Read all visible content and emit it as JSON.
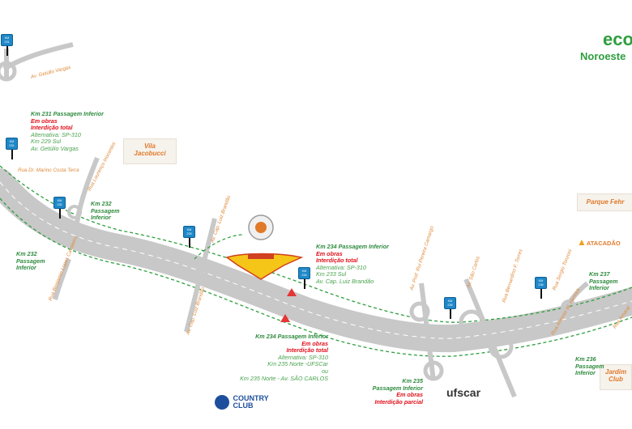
{
  "logo": {
    "line1": "eco",
    "line2": "Noroeste"
  },
  "places": {
    "vila": [
      "Vila",
      "Jacobucci"
    ],
    "parque": "Parque Fehr",
    "jardim": [
      "Jardim",
      "Club"
    ],
    "atacadao": "ATACADÃO",
    "country": [
      "COUNTRY",
      "CLUB"
    ],
    "ufscar": "ufscar"
  },
  "km_markers": [
    {
      "label": [
        "KM",
        "231"
      ]
    },
    {
      "label": [
        "KM",
        "231"
      ]
    },
    {
      "label": [
        "KM",
        "232"
      ]
    },
    {
      "label": [
        "KM",
        "233"
      ]
    },
    {
      "label": [
        "KM",
        "234"
      ]
    },
    {
      "label": [
        "KM",
        "235"
      ]
    },
    {
      "label": [
        "KM",
        "236"
      ]
    }
  ],
  "notes": {
    "km231": {
      "title": "Km 231 Passagem Inferior",
      "status1": "Em obras",
      "status2": "Interdição total",
      "alt1": "Alternativa: SP-310",
      "alt2": "Km 229 Sul",
      "alt3": "Av. Getúlio Vargas"
    },
    "km232a": [
      "Km 232",
      "Passagem",
      "Inferior"
    ],
    "km232b": [
      "Km 232",
      "Passagem",
      "Inferior"
    ],
    "km234a": {
      "title": "Km 234 Passagem Inferior",
      "status1": "Em obras",
      "status2": "Interdição total",
      "alt1": "Alternativa: SP-310",
      "alt2": "Km 233 Sul",
      "alt3": "Av. Cap. Luiz Brandão"
    },
    "km234b": {
      "title": "Km 234 Passagem Inferior",
      "status1": "Em obras",
      "status2": "Interdição total",
      "alt1": "Alternativa: SP-310",
      "alt2": "Km 235 Norte -UFSCar",
      "alt3": "ou",
      "alt4": "Km 235 Norte - Av. SÃO CARLOS"
    },
    "km235": {
      "l1": "Km 235",
      "l2": "Passagem Inferior",
      "l3": "Em obras",
      "l4": "Interdição parcial"
    },
    "km236": [
      "Km 236",
      "Passagem",
      "Inferior"
    ],
    "km237": [
      "Km 237",
      "Passagem",
      "Inferior"
    ]
  },
  "streets": {
    "getulio": "Av. Getúlio Vargas",
    "marino": "Rua Dr. Marino Costa Terra",
    "lourenco": "Rua Lourenço Inocentini",
    "benjamin": "Rua Benjamin Lopes Cavaleiro",
    "cap1": "Av. Cap. Luiz Brandão",
    "cap2": "Av. Cap. Luiz Brandão",
    "profcampos": "Av. Prof. Rui Pereira Camargo",
    "saocarlos": "Av. São Carlos",
    "bernardino": "Rua Bernardino F. Torres",
    "tongiani": "Rua Sergio Tonzoni",
    "antonio": "Rua Antonio W. Henrick",
    "amaral": "Rua Amaral"
  }
}
